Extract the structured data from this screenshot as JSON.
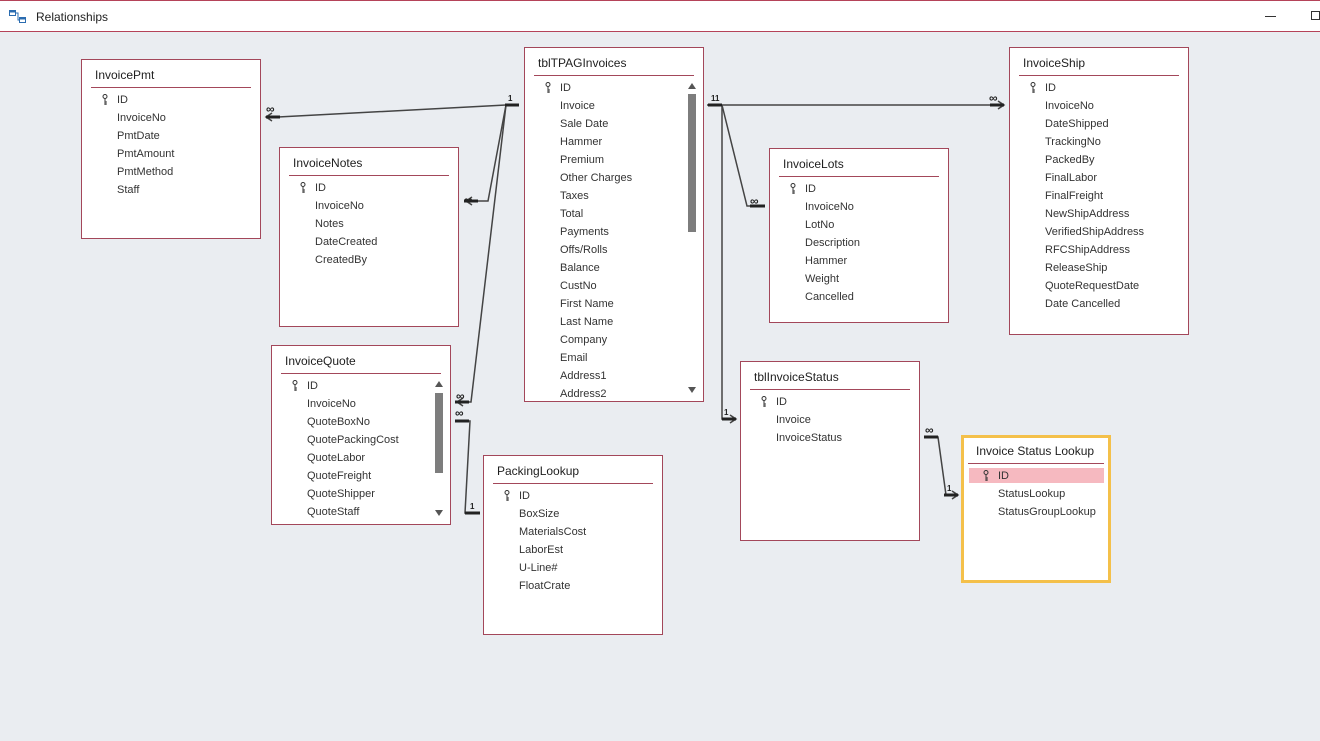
{
  "window": {
    "title": "Relationships",
    "icon": "relationships-icon"
  },
  "colors": {
    "table_border": "#a3475a",
    "selected_border": "#f4c04a",
    "selected_field": "#f6b9c0",
    "canvas": "#eaedf1",
    "line": "#444444"
  },
  "tables": {
    "invoicepmt": {
      "title": "InvoicePmt",
      "fields": [
        "ID",
        "InvoiceNo",
        "PmtDate",
        "PmtAmount",
        "PmtMethod",
        "Staff"
      ]
    },
    "invoicenotes": {
      "title": "InvoiceNotes",
      "fields": [
        "ID",
        "InvoiceNo",
        "Notes",
        "DateCreated",
        "CreatedBy"
      ]
    },
    "tbltpag": {
      "title": "tblTPAGInvoices",
      "fields": [
        "ID",
        "Invoice",
        "Sale Date",
        "Hammer",
        "Premium",
        "Other Charges",
        "Taxes",
        "Total",
        "Payments",
        "Offs/Rolls",
        "Balance",
        "CustNo",
        "First Name",
        "Last Name",
        "Company",
        "Email",
        "Address1",
        "Address2"
      ]
    },
    "invoicelots": {
      "title": "InvoiceLots",
      "fields": [
        "ID",
        "InvoiceNo",
        "LotNo",
        "Description",
        "Hammer",
        "Weight",
        "Cancelled"
      ]
    },
    "invoiceship": {
      "title": "InvoiceShip",
      "fields": [
        "ID",
        "InvoiceNo",
        "DateShipped",
        "TrackingNo",
        "PackedBy",
        "FinalLabor",
        "FinalFreight",
        "NewShipAddress",
        "VerifiedShipAddress",
        "RFCShipAddress",
        "ReleaseShip",
        "QuoteRequestDate",
        "Date Cancelled"
      ]
    },
    "invoicequote": {
      "title": "InvoiceQuote",
      "fields": [
        "ID",
        "InvoiceNo",
        "QuoteBoxNo",
        "QuotePackingCost",
        "QuoteLabor",
        "QuoteFreight",
        "QuoteShipper",
        "QuoteStaff"
      ]
    },
    "packinglookup": {
      "title": "PackingLookup",
      "fields": [
        "ID",
        "BoxSize",
        "MaterialsCost",
        "LaborEst",
        "U-Line#",
        "FloatCrate"
      ]
    },
    "tblinvoicestatus": {
      "title": "tblInvoiceStatus",
      "fields": [
        "ID",
        "Invoice",
        "InvoiceStatus"
      ]
    },
    "invoicestatuslookup": {
      "title": "Invoice Status Lookup",
      "fields": [
        "ID",
        "StatusLookup",
        "StatusGroupLookup"
      ],
      "selected": true,
      "highlighted_field": "ID"
    }
  },
  "cardinality": {
    "one": "1",
    "many": "∞"
  }
}
